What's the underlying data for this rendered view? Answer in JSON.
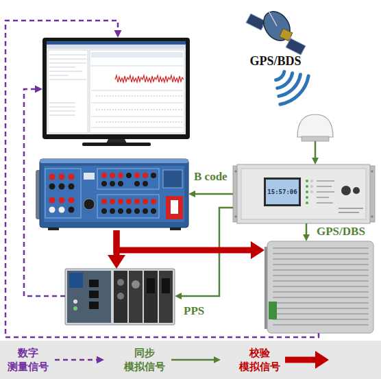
{
  "diagram": {
    "nodes": [
      {
        "text": []
      },
      {
        "text": [
          "GPS/BDS"
        ]
      },
      {
        "text": []
      },
      {
        "text": []
      },
      {
        "text": [
          "15:57:06"
        ]
      },
      {
        "text": []
      },
      {
        "text": []
      }
    ],
    "edges": [
      {
        "from": 2,
        "to": 4,
        "arrow": "to"
      },
      {
        "from": 4,
        "to": 3,
        "label": "B code",
        "arrow": "to"
      },
      {
        "from": 4,
        "to": 6,
        "label": "GPS/DBS",
        "arrow": "to"
      },
      {
        "from": 4,
        "to": 5,
        "label": "PPS",
        "arrow": "to"
      },
      {
        "from": 3,
        "to": 5,
        "arrow": "to"
      },
      {
        "from": 3,
        "to": 6,
        "arrow": "to"
      },
      {
        "from": 5,
        "to": 0,
        "arrow": "to"
      },
      {
        "from": 6,
        "to": 0,
        "arrow": "to"
      }
    ],
    "legend": [
      {
        "text": "数字 测量信号"
      },
      {
        "text": "同步 模拟信号"
      },
      {
        "text": "校验 模拟信号"
      }
    ]
  }
}
